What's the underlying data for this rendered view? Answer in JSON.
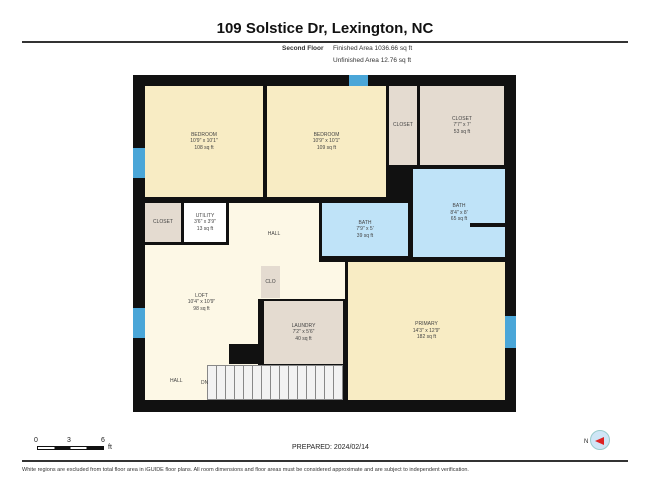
{
  "header": {
    "title": "109 Solstice Dr, Lexington, NC",
    "floor": "Second Floor",
    "finished_area": "Finished Area 1036.66 sq ft",
    "unfinished_area": "Unfinished Area 12.76 sq ft"
  },
  "rooms": {
    "bedroom1": {
      "name": "BEDROOM",
      "dims": "10'9\" x 10'1\"",
      "area": "108 sq ft"
    },
    "bedroom2": {
      "name": "BEDROOM",
      "dims": "10'9\" x 10'1\"",
      "area": "109 sq ft"
    },
    "closet_small": {
      "name": "CLOSET"
    },
    "closet_big": {
      "name": "CLOSET",
      "dims": "7'7\" x 7'",
      "area": "53 sq ft"
    },
    "bath_primary": {
      "name": "BATH",
      "dims": "8'4\" x 8'",
      "area": "65 sq ft"
    },
    "closet_left": {
      "name": "CLOSET"
    },
    "utility": {
      "name": "UTILITY",
      "dims": "3'6\" x 3'9\"",
      "area": "13 sq ft"
    },
    "hall": {
      "name": "HALL"
    },
    "bath": {
      "name": "BATH",
      "dims": "7'9\" x 5'",
      "area": "39 sq ft"
    },
    "loft": {
      "name": "LOFT",
      "dims": "10'4\" x 10'9\"",
      "area": "98 sq ft"
    },
    "clo": {
      "name": "CLO"
    },
    "laundry": {
      "name": "LAUNDRY",
      "dims": "7'2\" x 5'6\"",
      "area": "40 sq ft"
    },
    "primary": {
      "name": "PRIMARY",
      "dims": "14'3\" x 12'9\"",
      "area": "182 sq ft"
    },
    "hall2": {
      "name": "HALL"
    },
    "stairs": {
      "label": "DN"
    }
  },
  "colors": {
    "wall": "#111111",
    "bedroom": "#f8ecc4",
    "bath": "#bfe3f8",
    "closet": "#e4dbd0",
    "window": "#4aa6d8"
  },
  "footer": {
    "scale": {
      "ticks": [
        "0",
        "3",
        "6"
      ],
      "unit": "ft"
    },
    "prepared": "PREPARED: 2024/02/14",
    "compass": "N",
    "disclaimer": "White regions are excluded from total floor area in iGUIDE floor plans. All room dimensions and floor areas must be considered approximate and are subject to independent verification."
  }
}
